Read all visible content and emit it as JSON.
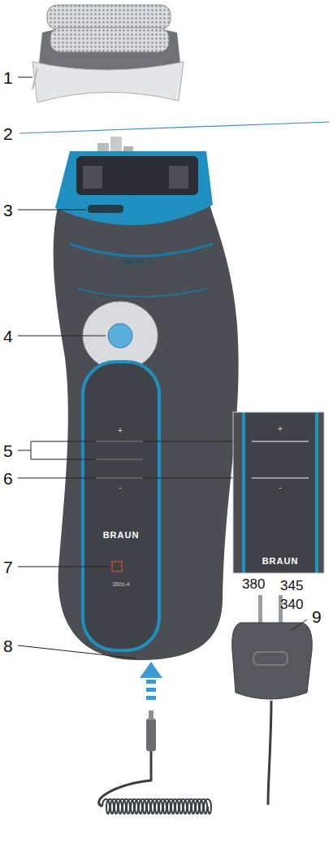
{
  "diagram": {
    "labels": [
      "1",
      "2",
      "3",
      "4",
      "5",
      "6",
      "7",
      "8",
      "9",
      "380",
      "345",
      "340",
      "Series 3",
      "BRAUN",
      "+",
      "-",
      "380s-4",
      "+",
      "-",
      "BRAUN"
    ]
  }
}
